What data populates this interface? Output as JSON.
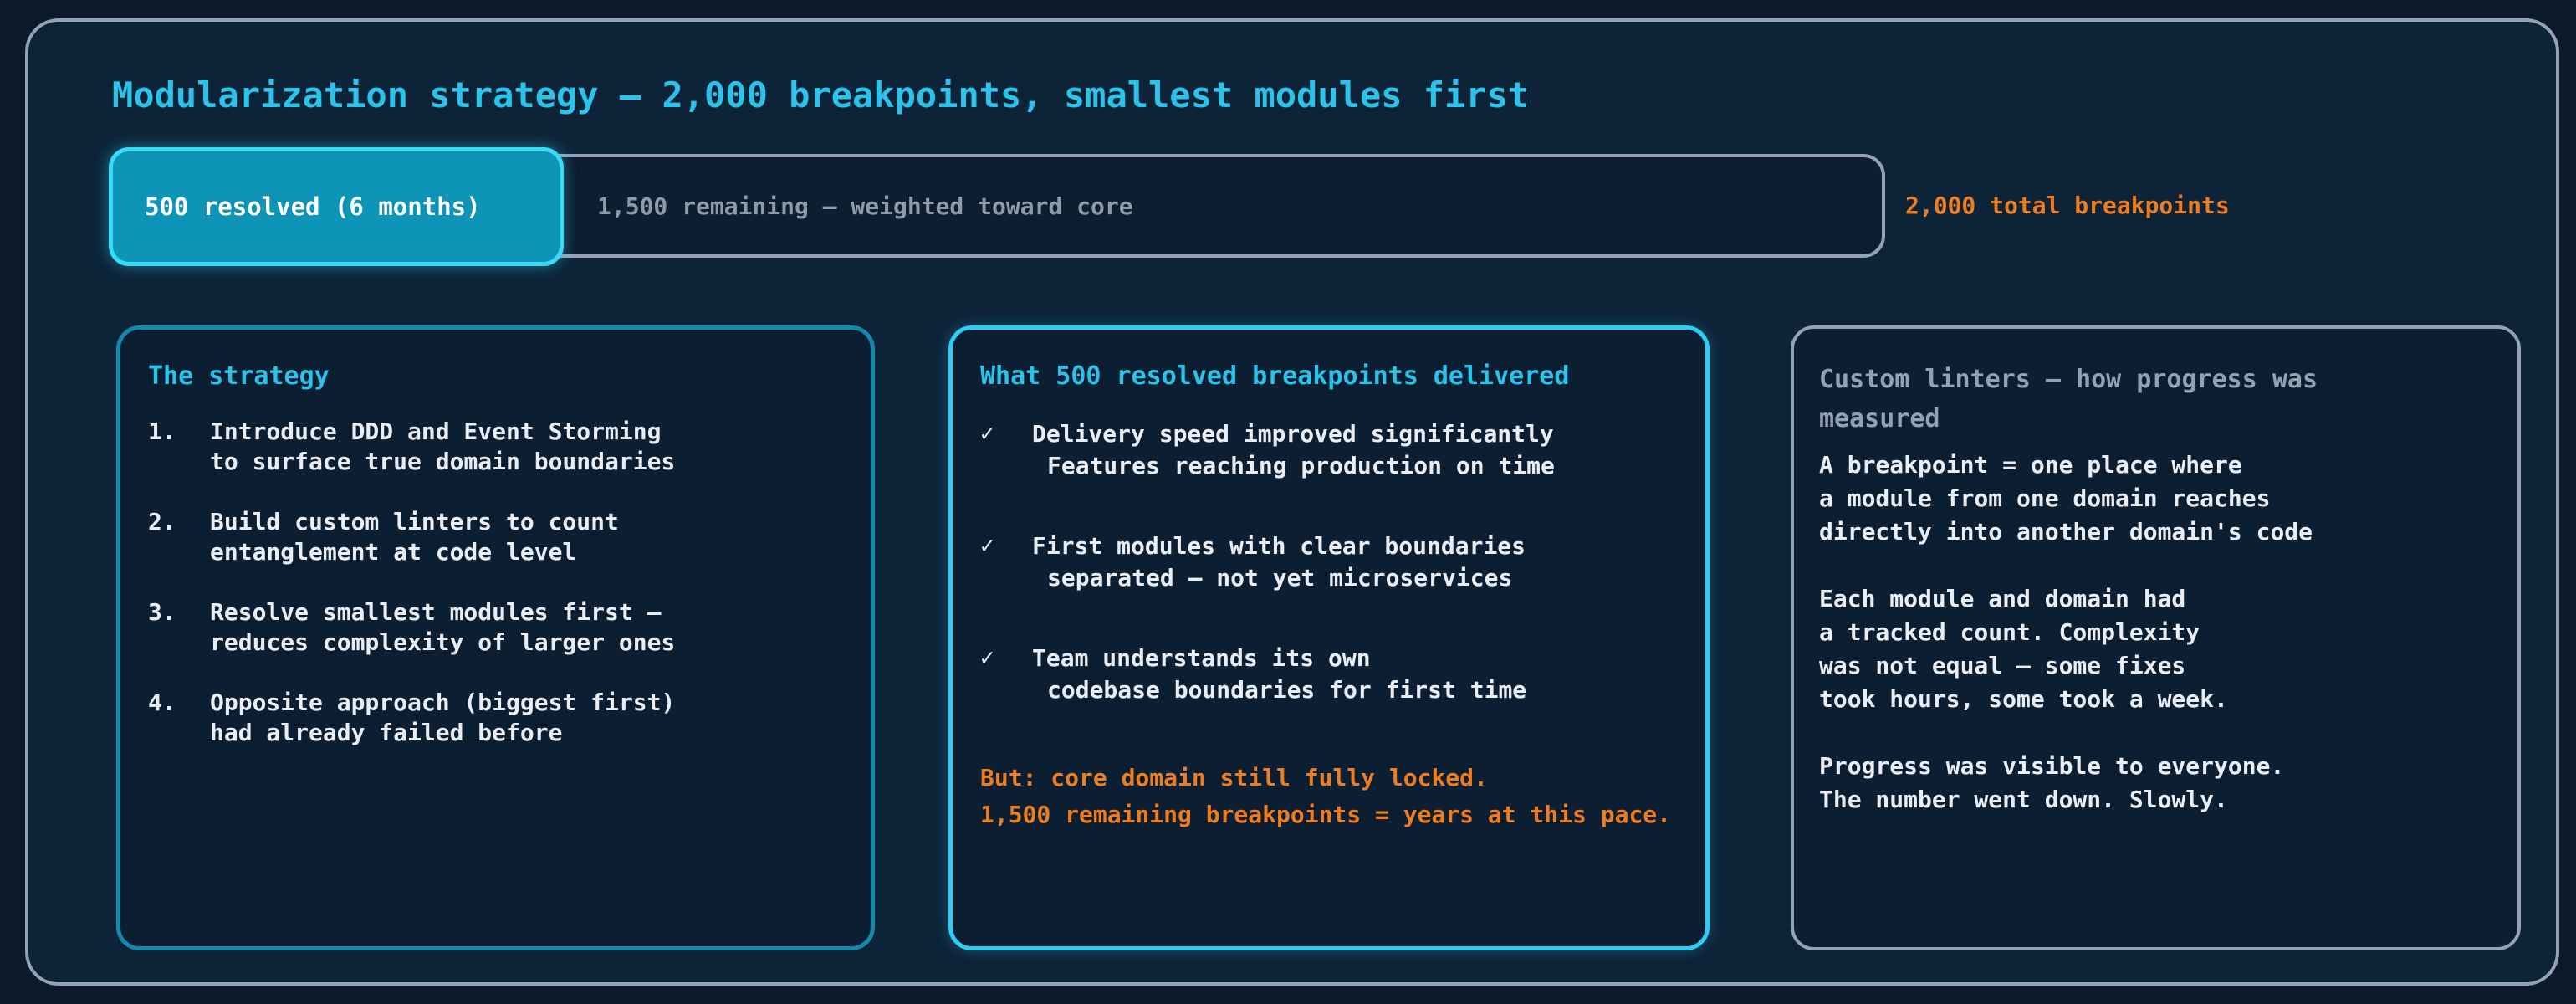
{
  "title": "Modularization strategy — 2,000 breakpoints, smallest modules first",
  "colors": {
    "background": "#0b1a2b",
    "panel_background": "#0d2338",
    "card_background": "#0c1f32",
    "accent_cyan": "#2bc3ea",
    "bright_cyan_border": "#2dcdf4",
    "teal_border": "#1489ae",
    "gray_border": "#95a2b4",
    "orange": "#ed7d1f",
    "segment_fill": "#0e94b6",
    "segment_border": "#39daf8",
    "body_text": "#eaeef4",
    "muted_text": "#8c9aab"
  },
  "progress": {
    "resolved": 500,
    "remaining": 1500,
    "total": 2000,
    "resolved_label": "500 resolved (6 months)",
    "remaining_label": "1,500 remaining — weighted toward core",
    "total_label": "2,000 total breakpoints"
  },
  "cards": [
    {
      "title": "The strategy",
      "items": [
        {
          "marker": "1.",
          "lines": [
            "Introduce DDD and Event Storming",
            "to surface true domain boundaries"
          ]
        },
        {
          "marker": "2.",
          "lines": [
            "Build custom linters to count",
            "entanglement at code level"
          ]
        },
        {
          "marker": "3.",
          "lines": [
            "Resolve smallest modules first —",
            "reduces complexity of larger ones"
          ]
        },
        {
          "marker": "4.",
          "lines": [
            "Opposite approach (biggest first)",
            "had already failed before"
          ]
        }
      ]
    },
    {
      "title": "What 500 resolved breakpoints delivered",
      "check_icon": "✓",
      "items": [
        {
          "marker": "✓",
          "lines": [
            "Delivery speed improved significantly",
            "Features reaching production on time"
          ]
        },
        {
          "marker": "✓",
          "lines": [
            "First modules with clear boundaries",
            "separated — not yet microservices"
          ]
        },
        {
          "marker": "✓",
          "lines": [
            "Team understands its own",
            "codebase boundaries for first time"
          ]
        }
      ],
      "warning_lines": [
        "But: core domain still fully locked.",
        "1,500 remaining breakpoints = years at this pace."
      ]
    },
    {
      "title": "Custom linters — how progress was measured",
      "paragraphs": [
        [
          "A breakpoint = one place where",
          "a module from one domain reaches",
          "directly into another domain's code"
        ],
        [
          "Each module and domain had",
          "a tracked count. Complexity",
          "was not equal — some fixes",
          "took hours, some took a week."
        ],
        [
          "Progress was visible to everyone.",
          "The number went down. Slowly."
        ]
      ]
    }
  ]
}
